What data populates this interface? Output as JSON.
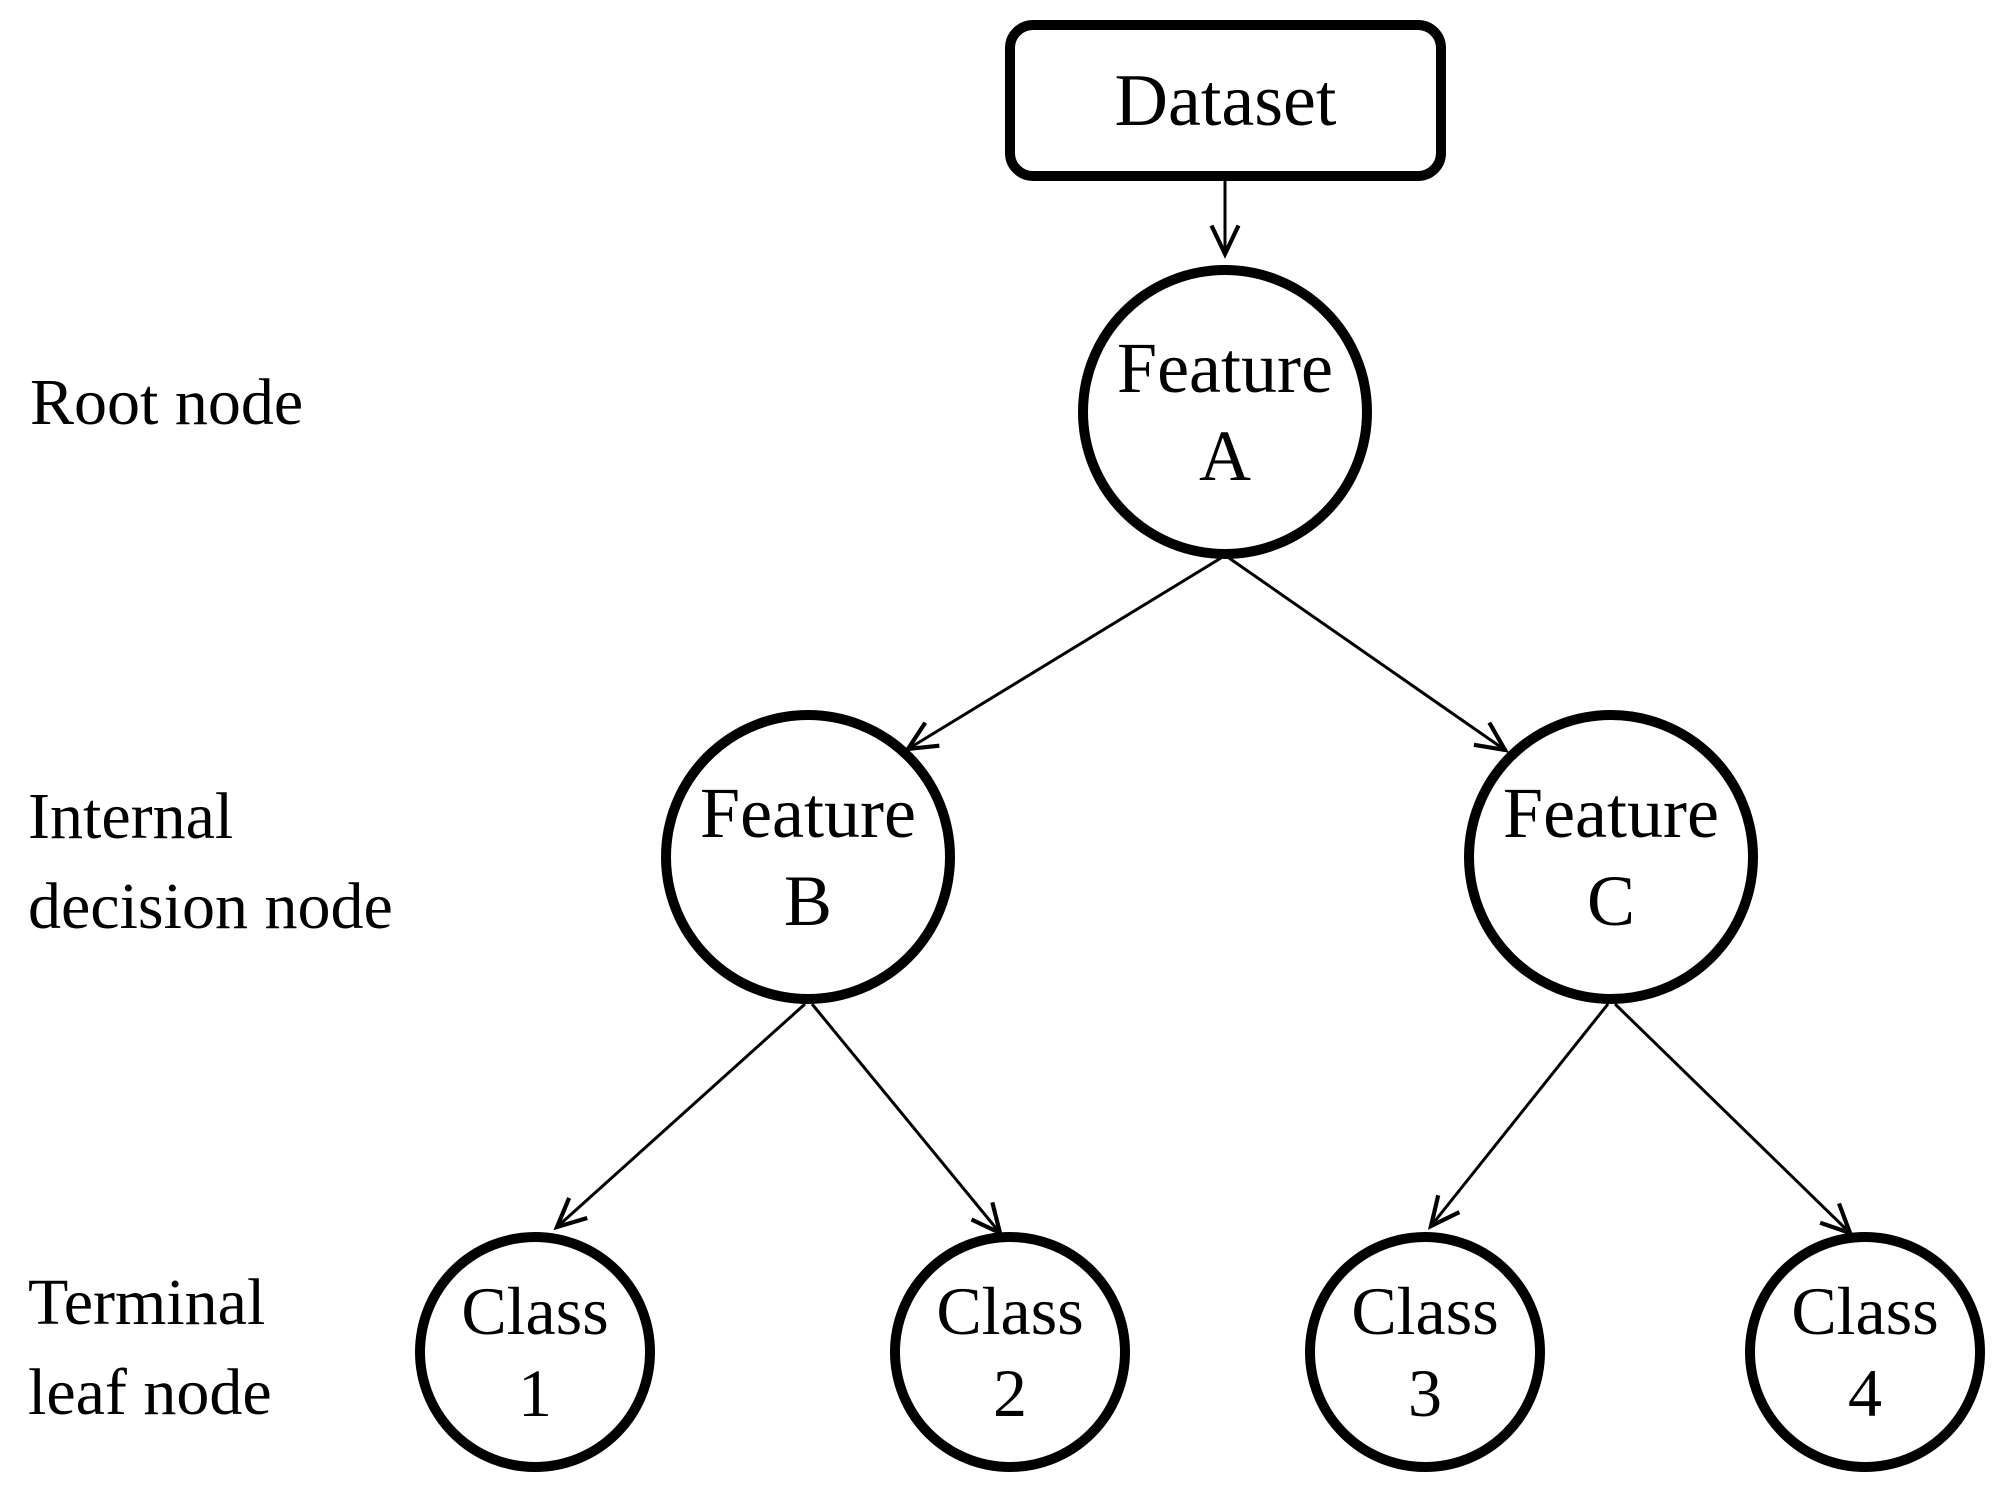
{
  "diagram": {
    "type": "decision-tree",
    "colors": {
      "stroke": "#000000",
      "text": "#000000",
      "background": "#ffffff"
    }
  },
  "dataset_box": {
    "label": "Dataset"
  },
  "nodes": {
    "feature_a": {
      "line1": "Feature",
      "line2": "A"
    },
    "feature_b": {
      "line1": "Feature",
      "line2": "B"
    },
    "feature_c": {
      "line1": "Feature",
      "line2": "C"
    },
    "class_1": {
      "line1": "Class",
      "line2": "1"
    },
    "class_2": {
      "line1": "Class",
      "line2": "2"
    },
    "class_3": {
      "line1": "Class",
      "line2": "3"
    },
    "class_4": {
      "line1": "Class",
      "line2": "4"
    }
  },
  "row_labels": {
    "root": {
      "line1": "Root node"
    },
    "internal": {
      "line1": "Internal",
      "line2": "decision node"
    },
    "terminal": {
      "line1": "Terminal",
      "line2": "leaf node"
    }
  },
  "edges": [
    {
      "from": "Dataset",
      "to": "Feature A"
    },
    {
      "from": "Feature A",
      "to": "Feature B"
    },
    {
      "from": "Feature A",
      "to": "Feature C"
    },
    {
      "from": "Feature B",
      "to": "Class 1"
    },
    {
      "from": "Feature B",
      "to": "Class 2"
    },
    {
      "from": "Feature C",
      "to": "Class 3"
    },
    {
      "from": "Feature C",
      "to": "Class 4"
    }
  ]
}
